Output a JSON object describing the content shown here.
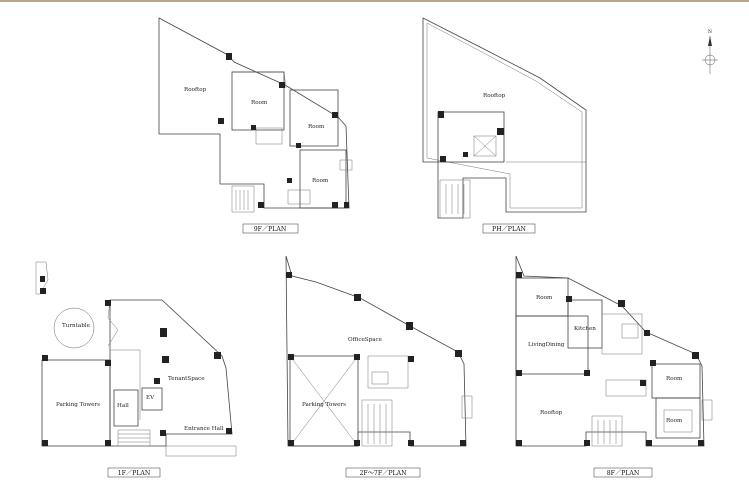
{
  "colors": {
    "top_rule": "#b9a58a",
    "walls": "#444444",
    "columns": "#222222"
  },
  "compass": {
    "north_label": "N",
    "icon": "north-arrow-icon"
  },
  "plans": {
    "f9": {
      "caption": "9F／PLAN",
      "rooms": {
        "rooftop": "Rooftop",
        "room_a": "Room",
        "room_b": "Room",
        "room_c": "Room"
      }
    },
    "ph": {
      "caption": "PH／PLAN",
      "rooms": {
        "rooftop": "Rooftop"
      }
    },
    "f1": {
      "caption": "1F／PLAN",
      "rooms": {
        "turntable": "Turntable",
        "parking": "Parking Towers",
        "hall": "Hall",
        "ev": "EV",
        "tenant": "TenantSpace",
        "entrance": "Entrance Hall"
      }
    },
    "f2_7": {
      "caption": "2F～7F／PLAN",
      "rooms": {
        "office": "OfficeSpace",
        "parking": "Parking Towers"
      }
    },
    "f8": {
      "caption": "8F／PLAN",
      "rooms": {
        "room_top": "Room",
        "kitchen": "Kitchen",
        "living": "LivingDining",
        "room_r1": "Room",
        "room_r2": "Room",
        "rooftop": "Rooftop"
      }
    }
  }
}
